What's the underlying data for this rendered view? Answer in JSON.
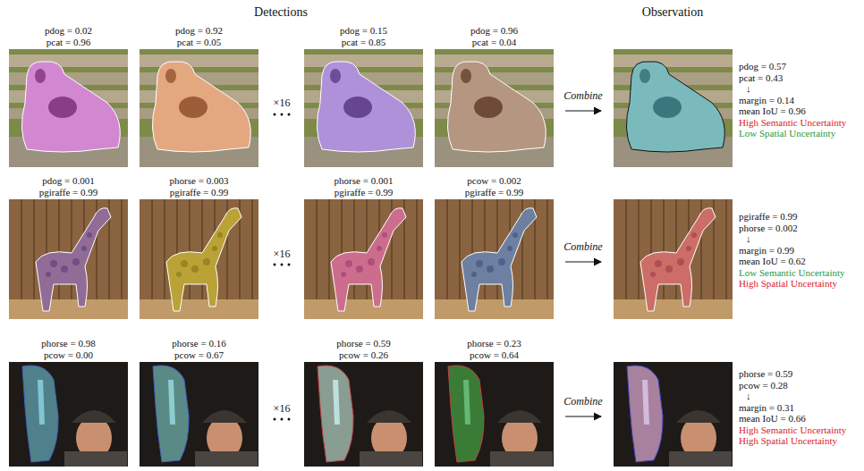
{
  "diagram": {
    "labels": [
      "Detections",
      "Observation",
      "pdog = 0.02",
      "pcat = 0.96",
      "pdog = 0.92",
      "pcat = 0.05",
      "×16",
      "pdog = 0.15",
      "pcat = 0.85",
      "pdog = 0.96",
      "pcat = 0.04",
      "Combine",
      "pdog = 0.57",
      "pcat = 0.43",
      "↓",
      "margin = 0.14",
      "mean IoU = 0.96",
      "High Semantic Uncertainty",
      "Low Spatial Uncertainty",
      "pdog = 0.001",
      "pgiraffe = 0.99",
      "phorse = 0.003",
      "pgiraffe = 0.99",
      "×16",
      "phorse = 0.001",
      "pgiraffe = 0.99",
      "pcow = 0.002",
      "pgiraffe = 0.99",
      "Combine",
      "pgiraffe = 0.99",
      "phorse = 0.002",
      "↓",
      "margin = 0.99",
      "mean IoU = 0.62",
      "Low Semantic Uncertainty",
      "High Spatial Uncertainty",
      "phorse = 0.98",
      "pcow = 0.00",
      "phorse = 0.16",
      "pcow = 0.67",
      "×16",
      "phorse = 0.59",
      "pcow = 0.26",
      "phorse = 0.23",
      "pcow = 0.64",
      "Combine",
      "phorse = 0.59",
      "pcow = 0.28",
      "↓",
      "margin = 0.31",
      "mean IoU = 0.66",
      "High Semantic Uncertainty",
      "High Spatial Uncertainty"
    ]
  }
}
